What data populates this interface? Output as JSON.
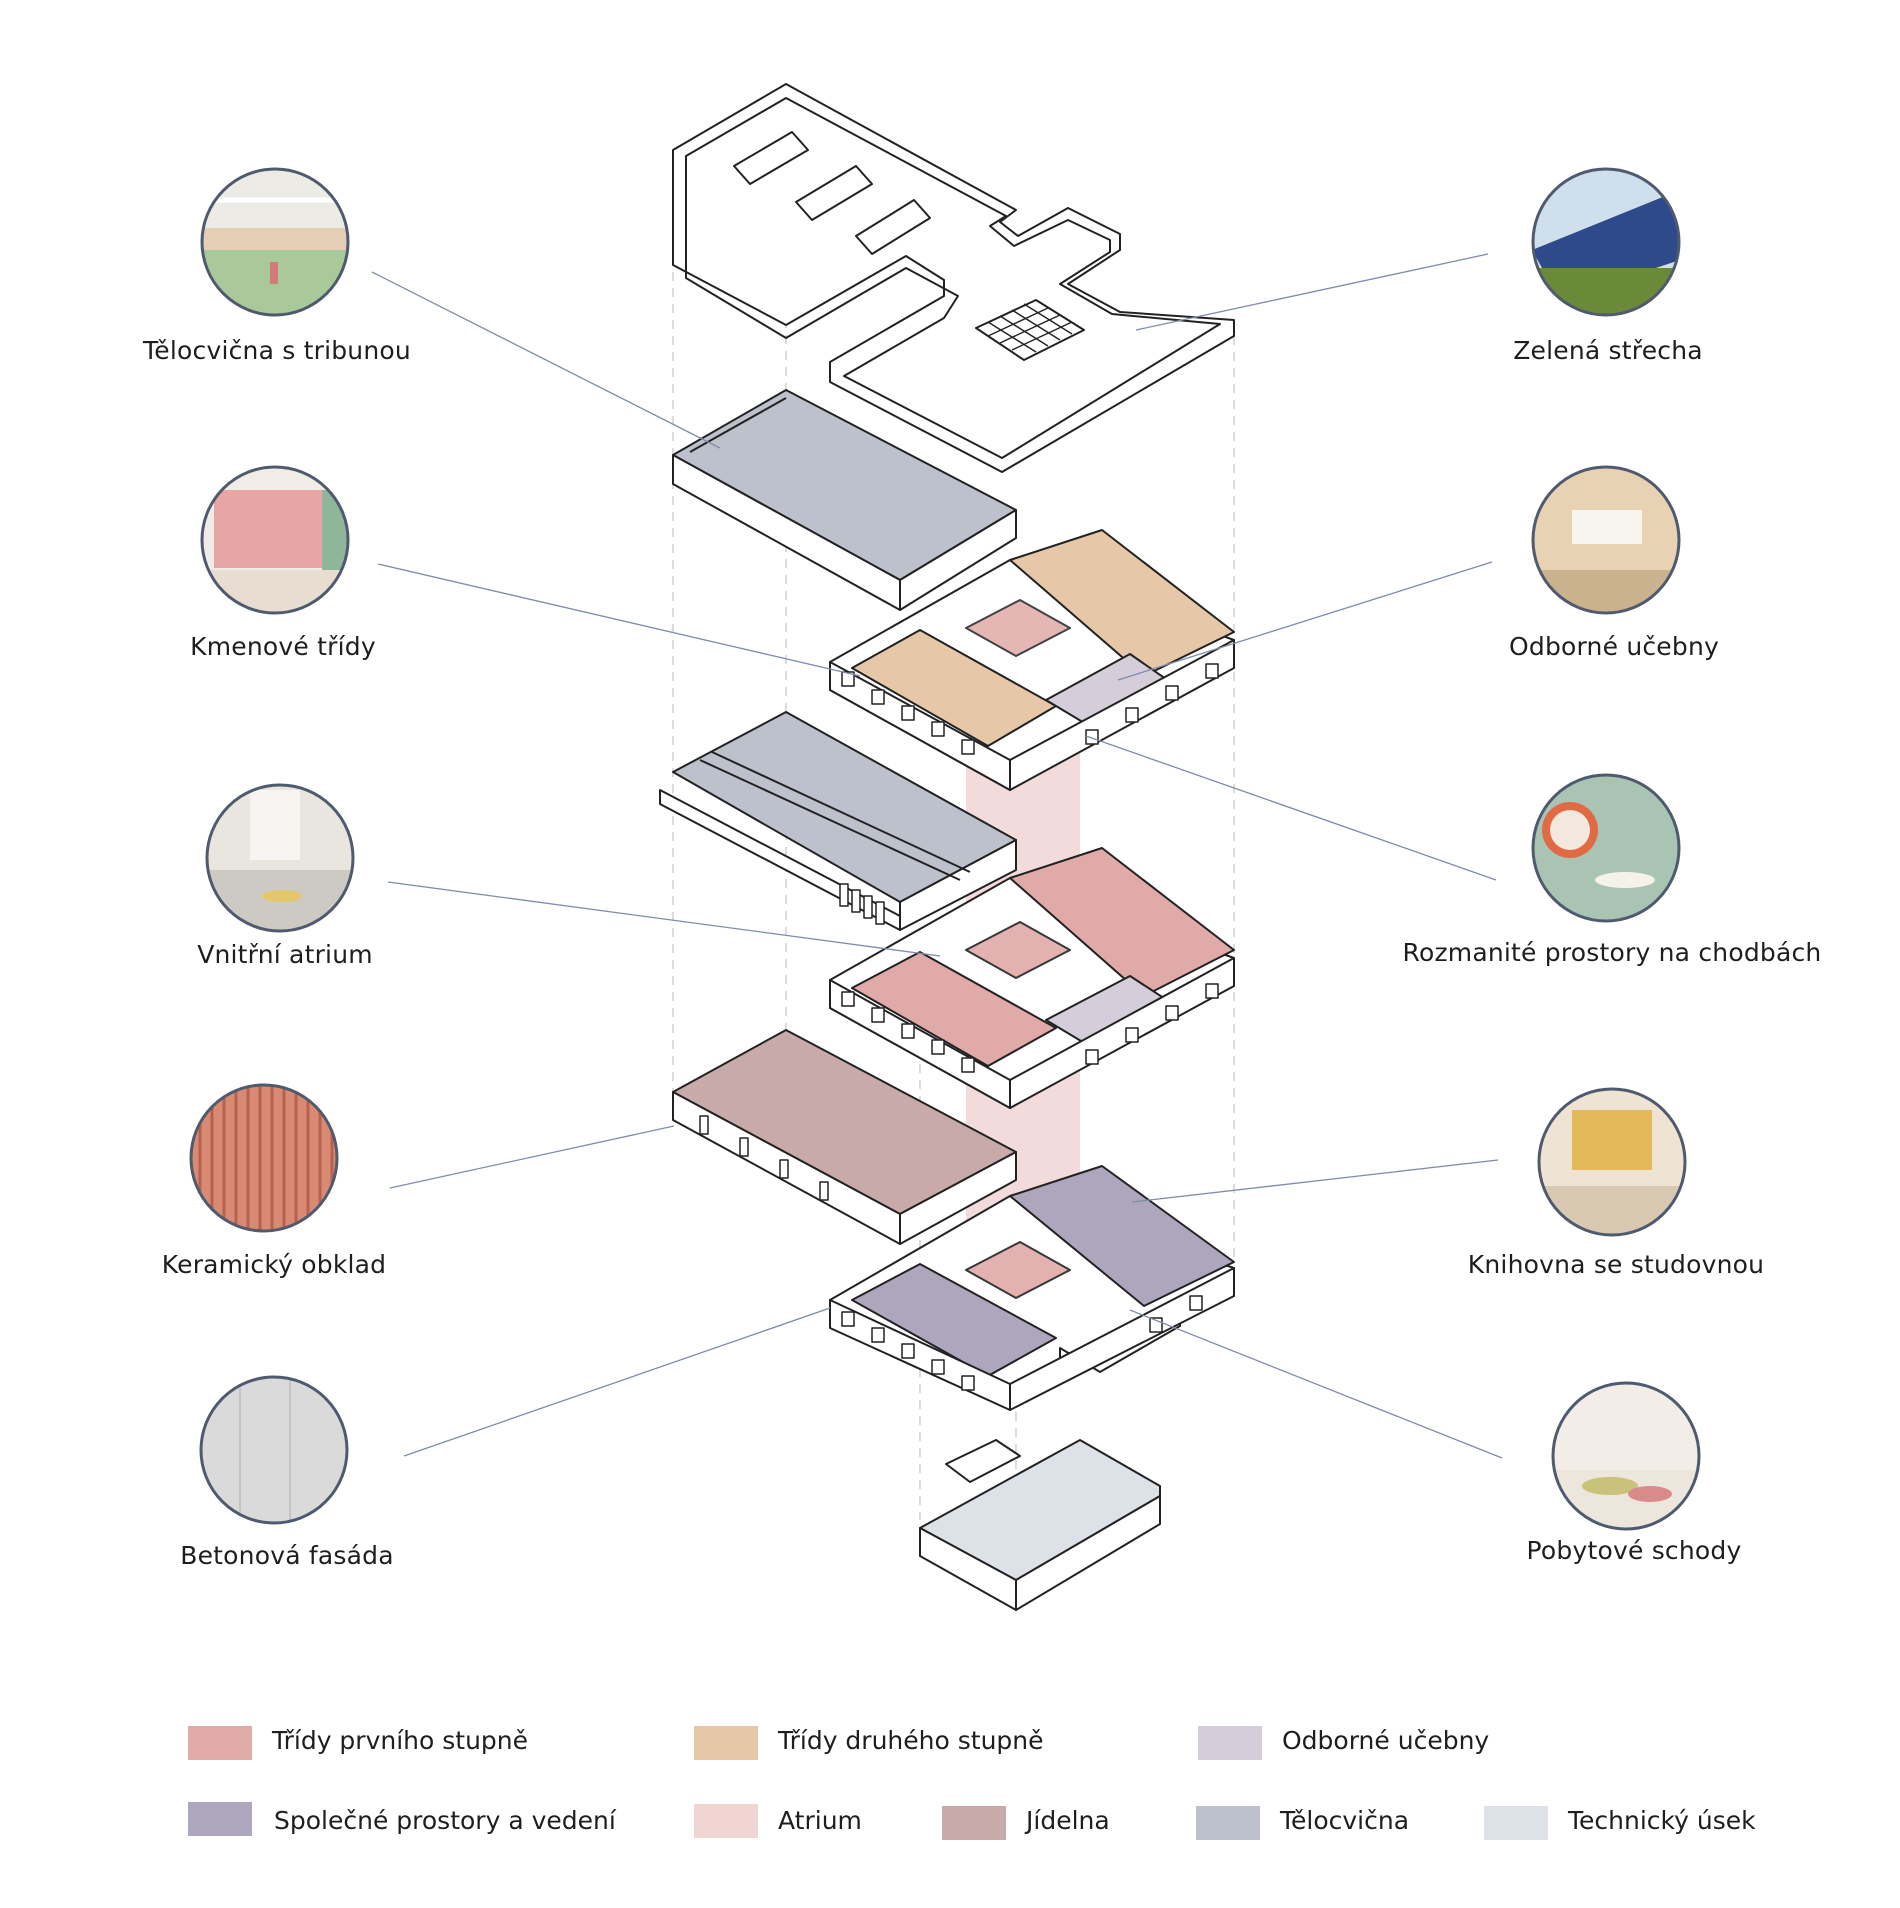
{
  "callouts": {
    "gym": {
      "label": "Tělocvična s tribunou",
      "icon": "gym-photo-icon"
    },
    "classrooms": {
      "label": "Kmenové třídy",
      "icon": "classroom-photo-icon"
    },
    "atrium": {
      "label": "Vnitřní atrium",
      "icon": "atrium-photo-icon"
    },
    "ceramic": {
      "label": "Keramický obklad",
      "icon": "ceramic-texture-icon"
    },
    "concrete": {
      "label": "Betonová fasáda",
      "icon": "concrete-texture-icon"
    },
    "green_roof": {
      "label": "Zelená střecha",
      "icon": "solar-green-roof-photo-icon"
    },
    "specialized": {
      "label": "Odborné učebny",
      "icon": "lecture-room-photo-icon"
    },
    "corridors": {
      "label": "Rozmanité prostory na chodbách",
      "icon": "corridor-nook-photo-icon"
    },
    "library": {
      "label": "Knihovna se studovnou",
      "icon": "library-photo-icon"
    },
    "stairs": {
      "label": "Pobytové schody",
      "icon": "seating-stairs-photo-icon"
    }
  },
  "legend": [
    {
      "label": "Třídy prvního stupně",
      "color": "#e0aaa8"
    },
    {
      "label": "Třídy druhého stupně",
      "color": "#e6c8a8"
    },
    {
      "label": "Odborné učebny",
      "color": "#d5cdd9"
    },
    {
      "label": "Společné prostory a vedení",
      "color": "#aea6bd"
    },
    {
      "label": "Atrium",
      "color": "#f0d5d3"
    },
    {
      "label": "Jídelna",
      "color": "#c9aaab"
    },
    {
      "label": "Tělocvična",
      "color": "#bcc1cb"
    },
    {
      "label": "Technický úsek",
      "color": "#dde1e8"
    }
  ]
}
